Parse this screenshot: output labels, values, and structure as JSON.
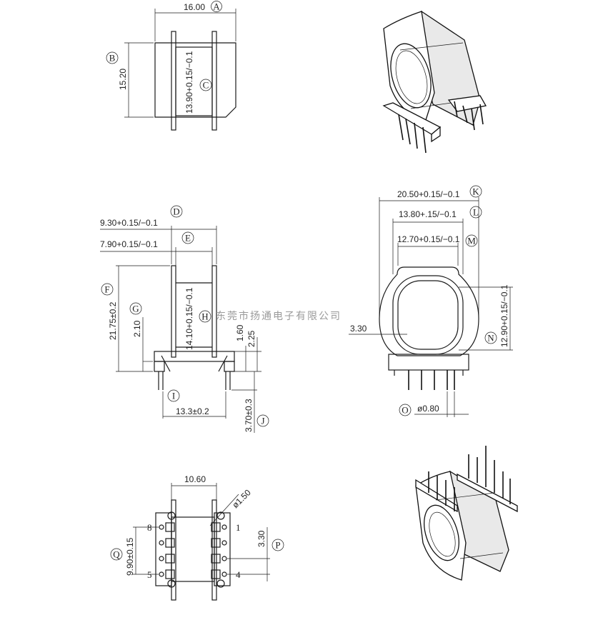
{
  "watermark": "东莞市扬通电子有限公司",
  "markers": [
    "A",
    "B",
    "C",
    "D",
    "E",
    "F",
    "G",
    "H",
    "I",
    "J",
    "K",
    "L",
    "M",
    "N",
    "O",
    "P",
    "Q"
  ],
  "dims": {
    "a": "16.00",
    "b": "15.20",
    "c": "13.90+0.15/−0.1",
    "d": "9.30+0.15/−0.1",
    "e": "7.90+0.15/−0.1",
    "f": "21.75±0.2",
    "g": "2.10",
    "h": "14.10+0.15/−0.1",
    "h2": "1.60",
    "h3": "2.25",
    "i": "13.3±0.2",
    "j": "3.70±0.3",
    "k": "20.50+0.15/−0.1",
    "l": "13.80+.15/−0.1",
    "m": "12.70+0.15/−0.1",
    "n": "12.90+0.15/−0.1",
    "n2": "3.30",
    "o": "ø0.80",
    "p": "3.30",
    "q": "9.90±0.15",
    "pitch": "10.60",
    "hole": "ø1.50",
    "pin1": "1",
    "pin4": "4",
    "pin5": "5",
    "pin8": "8"
  }
}
